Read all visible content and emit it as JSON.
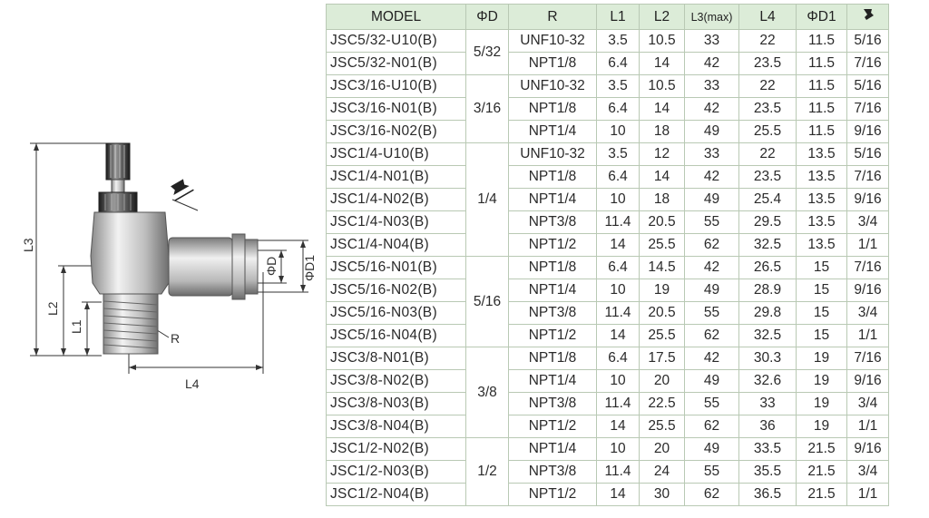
{
  "table": {
    "headers": [
      "MODEL",
      "ΦD",
      "R",
      "L1",
      "L2",
      "L3(max)",
      "L4",
      "ΦD1"
    ],
    "hex_icon": "wrench-hex-icon",
    "groups": [
      {
        "d": "5/32",
        "rows": [
          {
            "model": "JSC5/32-U10(B)",
            "r": "UNF10-32",
            "l1": "3.5",
            "l2": "10.5",
            "l3": "33",
            "l4": "22",
            "d1": "11.5",
            "hex": "5/16"
          },
          {
            "model": "JSC5/32-N01(B)",
            "r": "NPT1/8",
            "l1": "6.4",
            "l2": "14",
            "l3": "42",
            "l4": "23.5",
            "d1": "11.5",
            "hex": "7/16"
          }
        ]
      },
      {
        "d": "3/16",
        "rows": [
          {
            "model": "JSC3/16-U10(B)",
            "r": "UNF10-32",
            "l1": "3.5",
            "l2": "10.5",
            "l3": "33",
            "l4": "22",
            "d1": "11.5",
            "hex": "5/16"
          },
          {
            "model": "JSC3/16-N01(B)",
            "r": "NPT1/8",
            "l1": "6.4",
            "l2": "14",
            "l3": "42",
            "l4": "23.5",
            "d1": "11.5",
            "hex": "7/16"
          },
          {
            "model": "JSC3/16-N02(B)",
            "r": "NPT1/4",
            "l1": "10",
            "l2": "18",
            "l3": "49",
            "l4": "25.5",
            "d1": "11.5",
            "hex": "9/16"
          }
        ]
      },
      {
        "d": "1/4",
        "rows": [
          {
            "model": "JSC1/4-U10(B)",
            "r": "UNF10-32",
            "l1": "3.5",
            "l2": "12",
            "l3": "33",
            "l4": "22",
            "d1": "13.5",
            "hex": "5/16"
          },
          {
            "model": "JSC1/4-N01(B)",
            "r": "NPT1/8",
            "l1": "6.4",
            "l2": "14",
            "l3": "42",
            "l4": "23.5",
            "d1": "13.5",
            "hex": "7/16"
          },
          {
            "model": "JSC1/4-N02(B)",
            "r": "NPT1/4",
            "l1": "10",
            "l2": "18",
            "l3": "49",
            "l4": "25.4",
            "d1": "13.5",
            "hex": "9/16"
          },
          {
            "model": "JSC1/4-N03(B)",
            "r": "NPT3/8",
            "l1": "11.4",
            "l2": "20.5",
            "l3": "55",
            "l4": "29.5",
            "d1": "13.5",
            "hex": "3/4"
          },
          {
            "model": "JSC1/4-N04(B)",
            "r": "NPT1/2",
            "l1": "14",
            "l2": "25.5",
            "l3": "62",
            "l4": "32.5",
            "d1": "13.5",
            "hex": "1/1"
          }
        ]
      },
      {
        "d": "5/16",
        "rows": [
          {
            "model": "JSC5/16-N01(B)",
            "r": "NPT1/8",
            "l1": "6.4",
            "l2": "14.5",
            "l3": "42",
            "l4": "26.5",
            "d1": "15",
            "hex": "7/16"
          },
          {
            "model": "JSC5/16-N02(B)",
            "r": "NPT1/4",
            "l1": "10",
            "l2": "19",
            "l3": "49",
            "l4": "28.9",
            "d1": "15",
            "hex": "9/16"
          },
          {
            "model": "JSC5/16-N03(B)",
            "r": "NPT3/8",
            "l1": "11.4",
            "l2": "20.5",
            "l3": "55",
            "l4": "29.8",
            "d1": "15",
            "hex": "3/4"
          },
          {
            "model": "JSC5/16-N04(B)",
            "r": "NPT1/2",
            "l1": "14",
            "l2": "25.5",
            "l3": "62",
            "l4": "32.5",
            "d1": "15",
            "hex": "1/1"
          }
        ]
      },
      {
        "d": "3/8",
        "rows": [
          {
            "model": "JSC3/8-N01(B)",
            "r": "NPT1/8",
            "l1": "6.4",
            "l2": "17.5",
            "l3": "42",
            "l4": "30.3",
            "d1": "19",
            "hex": "7/16"
          },
          {
            "model": "JSC3/8-N02(B)",
            "r": "NPT1/4",
            "l1": "10",
            "l2": "20",
            "l3": "49",
            "l4": "32.6",
            "d1": "19",
            "hex": "9/16"
          },
          {
            "model": "JSC3/8-N03(B)",
            "r": "NPT3/8",
            "l1": "11.4",
            "l2": "22.5",
            "l3": "55",
            "l4": "33",
            "d1": "19",
            "hex": "3/4"
          },
          {
            "model": "JSC3/8-N04(B)",
            "r": "NPT1/2",
            "l1": "14",
            "l2": "25.5",
            "l3": "62",
            "l4": "36",
            "d1": "19",
            "hex": "1/1"
          }
        ]
      },
      {
        "d": "1/2",
        "rows": [
          {
            "model": "JSC1/2-N02(B)",
            "r": "NPT1/4",
            "l1": "10",
            "l2": "20",
            "l3": "49",
            "l4": "33.5",
            "d1": "21.5",
            "hex": "9/16"
          },
          {
            "model": "JSC1/2-N03(B)",
            "r": "NPT3/8",
            "l1": "11.4",
            "l2": "24",
            "l3": "55",
            "l4": "35.5",
            "d1": "21.5",
            "hex": "3/4"
          },
          {
            "model": "JSC1/2-N04(B)",
            "r": "NPT1/2",
            "l1": "14",
            "l2": "30",
            "l3": "62",
            "l4": "36.5",
            "d1": "21.5",
            "hex": "1/1"
          }
        ]
      }
    ]
  },
  "drawing": {
    "labels": {
      "l3": "L3",
      "l2": "L2",
      "l1": "L1",
      "l4": "L4",
      "r": "R",
      "d": "ΦD",
      "d1": "ΦD1"
    }
  },
  "colors": {
    "header_bg": "#dcecd8",
    "border": "#b9c9b4",
    "text": "#2a2a2a"
  }
}
